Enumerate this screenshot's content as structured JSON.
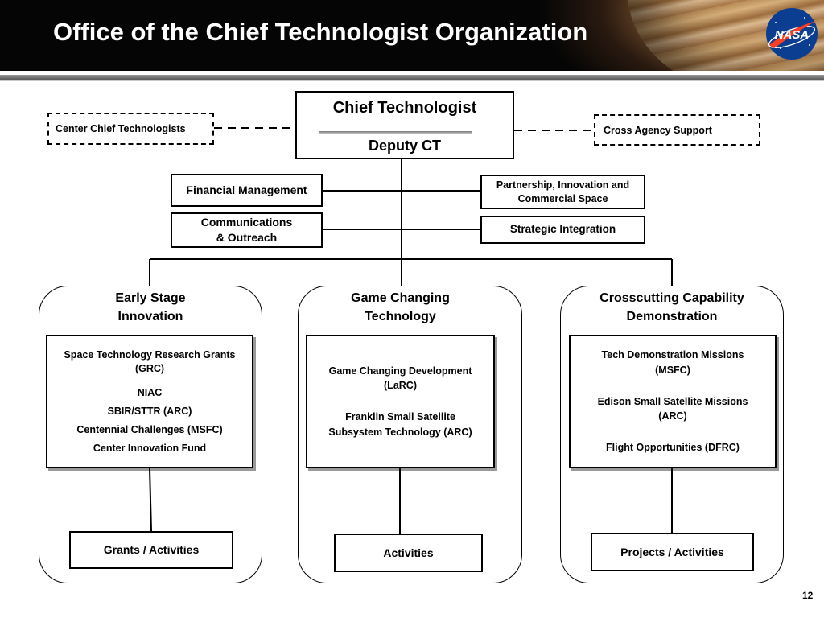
{
  "slide": {
    "title": "Office of the Chief Technologist Organization",
    "logo_text": "NASA",
    "page_number": "12"
  },
  "top": {
    "chief": "Chief Technologist",
    "deputy": "Deputy CT",
    "left_dashed": "Center Chief Technologists",
    "right_dashed": "Cross Agency Support"
  },
  "staff": {
    "financial": "Financial Management",
    "comm_line1": "Communications",
    "comm_line2": "& Outreach",
    "partnership_line1": "Partnership, Innovation and",
    "partnership_line2": "Commercial Space",
    "strategic": "Strategic Integration"
  },
  "groups": [
    {
      "head_line1": "Early Stage",
      "head_line2": "Innovation",
      "items": [
        "Space Technology Research Grants",
        "(GRC)",
        "NIAC",
        "SBIR/STTR (ARC)",
        "Centennial Challenges (MSFC)",
        "Center Innovation Fund"
      ],
      "bottom": "Grants / Activities"
    },
    {
      "head_line1": "Game Changing",
      "head_line2": "Technology",
      "items": [
        "Game Changing Development",
        "(LaRC)",
        "Franklin Small Satellite",
        "Subsystem Technology (ARC)"
      ],
      "bottom": "Activities"
    },
    {
      "head_line1": "Crosscutting Capability",
      "head_line2": "Demonstration",
      "items": [
        "Tech Demonstration Missions",
        "(MSFC)",
        "Edison Small Satellite Missions",
        "(ARC)",
        "Flight Opportunities (DFRC)"
      ],
      "bottom": "Projects / Activities"
    }
  ],
  "colors": {
    "header_bg": "#000000",
    "nasa_blue": "#0b3d91",
    "nasa_red": "#fc3d21"
  }
}
